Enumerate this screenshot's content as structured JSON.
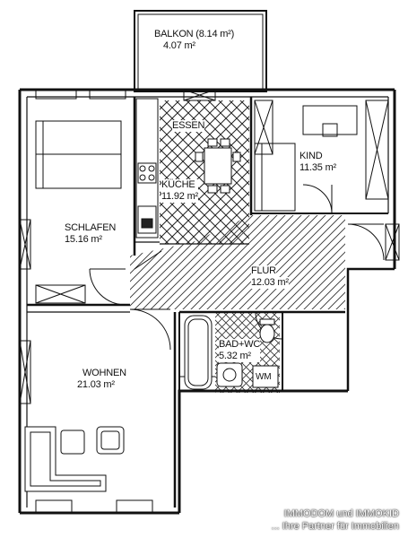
{
  "rooms": {
    "balkon": {
      "name": "BALKON (8.14 m²)",
      "area": "4.07 m²"
    },
    "essen": {
      "name": "ESSEN"
    },
    "kueche": {
      "name": "KÜCHE",
      "area": "11.92 m²"
    },
    "kind": {
      "name": "KIND",
      "area": "11.35 m²"
    },
    "schlafen": {
      "name": "SCHLAFEN",
      "area": "15.16 m²"
    },
    "flur": {
      "name": "FLUR",
      "area": "12.03 m²"
    },
    "bad_wc": {
      "name": "BAD+WC",
      "area": "5.32 m²"
    },
    "wm": {
      "name": "WM"
    },
    "wohnen": {
      "name": "WOHNEN",
      "area": "21.03 m²"
    }
  },
  "footer": {
    "line1": "IMMODOM und IMMOKID",
    "line2": "... Ihre Partner für Immobilien"
  }
}
